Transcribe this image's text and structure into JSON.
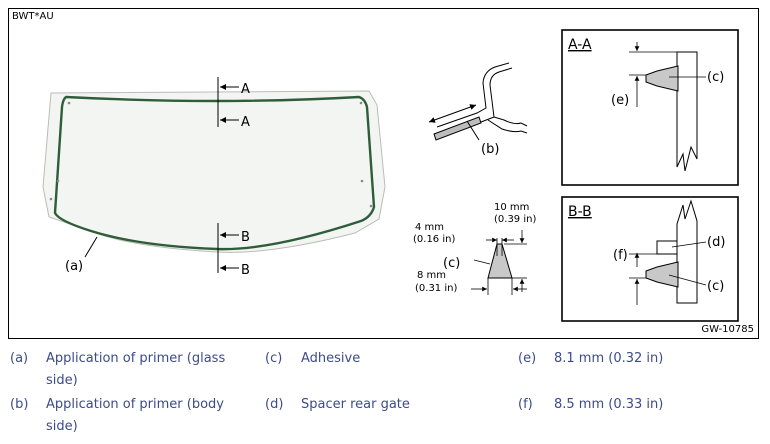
{
  "figure": {
    "code": "BWT*AU",
    "id": "GW-10785",
    "section_a": "A-A",
    "section_b": "B-B",
    "marker_a": "A",
    "marker_b": "B",
    "label_a": "(a)",
    "label_b": "(b)",
    "label_c": "(c)",
    "label_d": "(d)",
    "label_e": "(e)",
    "label_f": "(f)",
    "dim_top_mm": "10 mm",
    "dim_top_in": "(0.39 in)",
    "dim_left_mm": "4 mm",
    "dim_left_in": "(0.16 in)",
    "dim_bottom_mm": "8 mm",
    "dim_bottom_in": "(0.31 in)"
  },
  "legend": [
    {
      "key": "(a)",
      "text": "Application of primer (glass side)"
    },
    {
      "key": "(b)",
      "text": "Application of primer (body side)"
    },
    {
      "key": "(c)",
      "text": "Adhesive"
    },
    {
      "key": "(d)",
      "text": "Spacer rear gate"
    },
    {
      "key": "(e)",
      "text": "8.1 mm (0.32 in)"
    },
    {
      "key": "(f)",
      "text": "8.5 mm (0.33 in)"
    }
  ]
}
